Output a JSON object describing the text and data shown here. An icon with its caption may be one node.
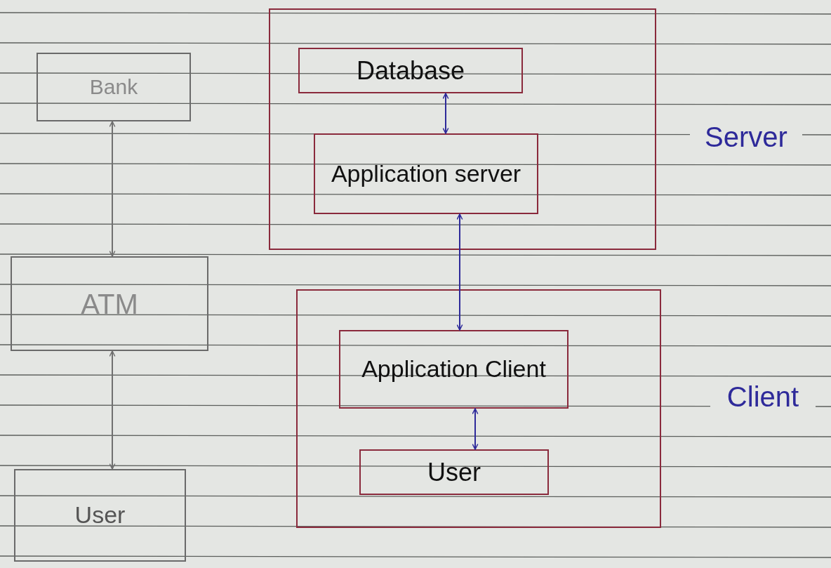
{
  "diagram": {
    "nodes": [
      {
        "text": [
          "Bank"
        ]
      },
      {
        "text": [
          "Server"
        ]
      },
      {
        "text": [
          "Database"
        ],
        "in": 1
      },
      {
        "text": [
          "Application server"
        ],
        "in": 1
      },
      {
        "text": [
          "ATM"
        ]
      },
      {
        "text": [
          "Client"
        ]
      },
      {
        "text": [
          "Application Client"
        ],
        "in": 5
      },
      {
        "text": [
          "User"
        ],
        "in": 5
      },
      {
        "text": [
          "User"
        ]
      }
    ],
    "edges": [
      {
        "from": 0,
        "to": 4,
        "arrow": "both",
        "color": "#707070"
      },
      {
        "from": 4,
        "to": 8,
        "arrow": "both",
        "color": "#707070"
      },
      {
        "from": 2,
        "to": 3,
        "arrow": "both"
      },
      {
        "from": 3,
        "to": 6,
        "arrow": "both"
      },
      {
        "from": 6,
        "to": 7,
        "arrow": "both"
      }
    ]
  }
}
